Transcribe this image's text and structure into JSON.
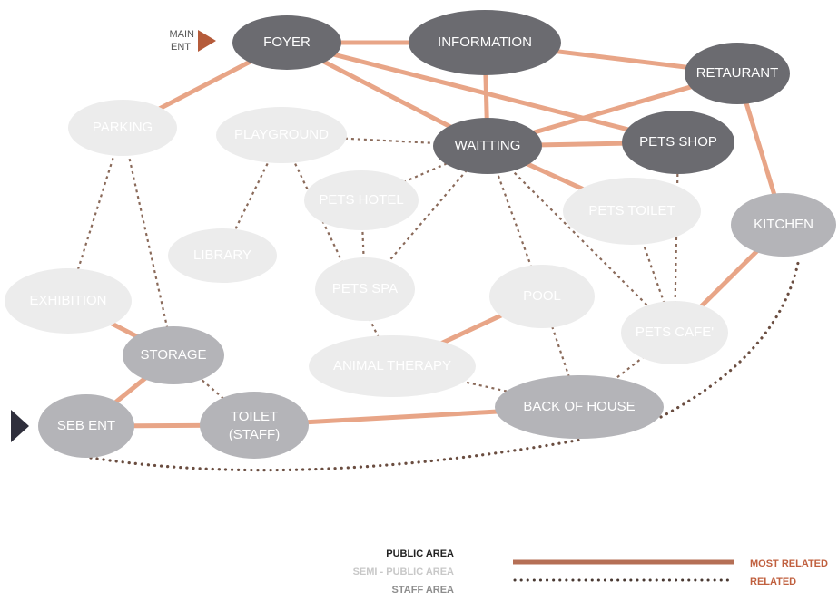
{
  "labels": {
    "main_ent_line1": "MAIN",
    "main_ent_line2": "ENT"
  },
  "nodes": {
    "foyer": {
      "label": "FOYER",
      "category": "public"
    },
    "information": {
      "label": "INFORMATION",
      "category": "public"
    },
    "retaurant": {
      "label": "RETAURANT",
      "category": "public"
    },
    "waitting": {
      "label": "WAITTING",
      "category": "public"
    },
    "pets_shop": {
      "label": "PETS SHOP",
      "category": "public"
    },
    "parking": {
      "label": "PARKING",
      "category": "semi-public"
    },
    "playground": {
      "label": "PLAYGROUND",
      "category": "semi-public"
    },
    "pets_hotel": {
      "label": "PETS HOTEL",
      "category": "semi-public"
    },
    "pets_toilet": {
      "label": "PETS TOILET",
      "category": "semi-public"
    },
    "kitchen": {
      "label": "KITCHEN",
      "category": "staff"
    },
    "library": {
      "label": "LIBRARY",
      "category": "semi-public"
    },
    "exhibition": {
      "label": "EXHIBITION",
      "category": "semi-public"
    },
    "pets_spa": {
      "label": "PETS SPA",
      "category": "semi-public"
    },
    "pool": {
      "label": "POOL",
      "category": "semi-public"
    },
    "pets_cafe": {
      "label": "PETS CAFE'",
      "category": "semi-public"
    },
    "storage": {
      "label": "STORAGE",
      "category": "staff"
    },
    "animal_therapy": {
      "label": "ANIMAL THERAPY",
      "category": "semi-public"
    },
    "back_of_house": {
      "label": "BACK OF HOUSE",
      "category": "staff"
    },
    "seb_ent": {
      "label": "SEB ENT",
      "category": "staff"
    },
    "toilet_staff": {
      "label": "TOILET",
      "label2": "(STAFF)",
      "category": "staff"
    }
  },
  "edges_most_related": [
    [
      "foyer",
      "information"
    ],
    [
      "information",
      "retaurant"
    ],
    [
      "foyer",
      "waitting"
    ],
    [
      "information",
      "waitting"
    ],
    [
      "foyer",
      "pets_shop"
    ],
    [
      "waitting",
      "pets_shop"
    ],
    [
      "waitting",
      "retaurant"
    ],
    [
      "retaurant",
      "kitchen"
    ],
    [
      "kitchen",
      "pets_cafe"
    ],
    [
      "foyer",
      "parking"
    ],
    [
      "exhibition",
      "storage"
    ],
    [
      "storage",
      "seb_ent"
    ],
    [
      "seb_ent",
      "toilet_staff"
    ],
    [
      "toilet_staff",
      "back_of_house"
    ],
    [
      "pool",
      "animal_therapy"
    ],
    [
      "waitting",
      "pets_toilet"
    ]
  ],
  "edges_related": [
    [
      "parking",
      "exhibition"
    ],
    [
      "parking",
      "storage"
    ],
    [
      "playground",
      "library"
    ],
    [
      "playground",
      "animal_therapy"
    ],
    [
      "playground",
      "waitting"
    ],
    [
      "waitting",
      "pets_spa"
    ],
    [
      "waitting",
      "pool"
    ],
    [
      "waitting",
      "pets_cafe"
    ],
    [
      "waitting",
      "pets_hotel"
    ],
    [
      "pets_hotel",
      "pets_spa"
    ],
    [
      "pets_shop",
      "pets_cafe"
    ],
    [
      "pets_toilet",
      "pets_cafe"
    ],
    [
      "storage",
      "toilet_staff"
    ],
    [
      "animal_therapy",
      "back_of_house"
    ],
    [
      "pool",
      "back_of_house"
    ],
    [
      "pets_cafe",
      "back_of_house"
    ]
  ],
  "edges_dotted_curve": [
    [
      "seb_ent",
      "back_of_house"
    ],
    [
      "back_of_house",
      "kitchen"
    ]
  ],
  "legend": {
    "public": "PUBLIC AREA",
    "semi_public": "SEMI - PUBLIC AREA",
    "staff": "STAFF AREA",
    "most_related": "MOST RELATED",
    "related": "RELATED"
  },
  "colors": {
    "public_fill": "#6b6b70",
    "semi_fill": "#ececec",
    "staff_fill": "#b4b4b8",
    "most_related": "#e8a587",
    "related_dash": "#8a6a5a",
    "dotted": "#6a4d40",
    "legend_line": "#b56f55",
    "legend_text": "#c0603f",
    "arrow": "#2f2f3c",
    "main_arrow": "#b55b3a"
  }
}
